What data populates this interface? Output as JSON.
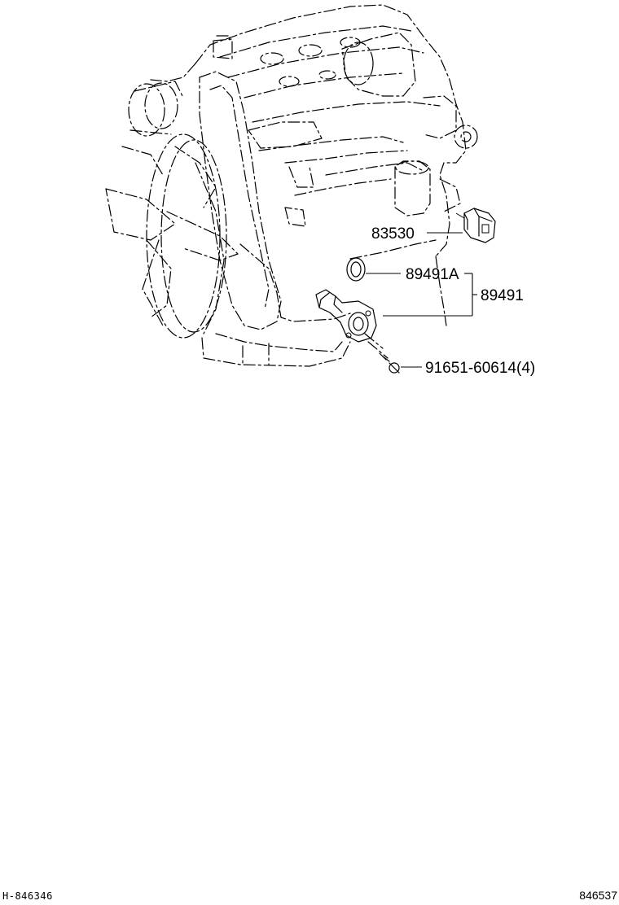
{
  "callouts": {
    "sensor_83530": "83530",
    "oring_89491A": "89491A",
    "assembly_89491": "89491",
    "bolt_91651": "91651-60614(4)"
  },
  "footer": {
    "left_code": "H-846346",
    "right_code": "846537"
  }
}
